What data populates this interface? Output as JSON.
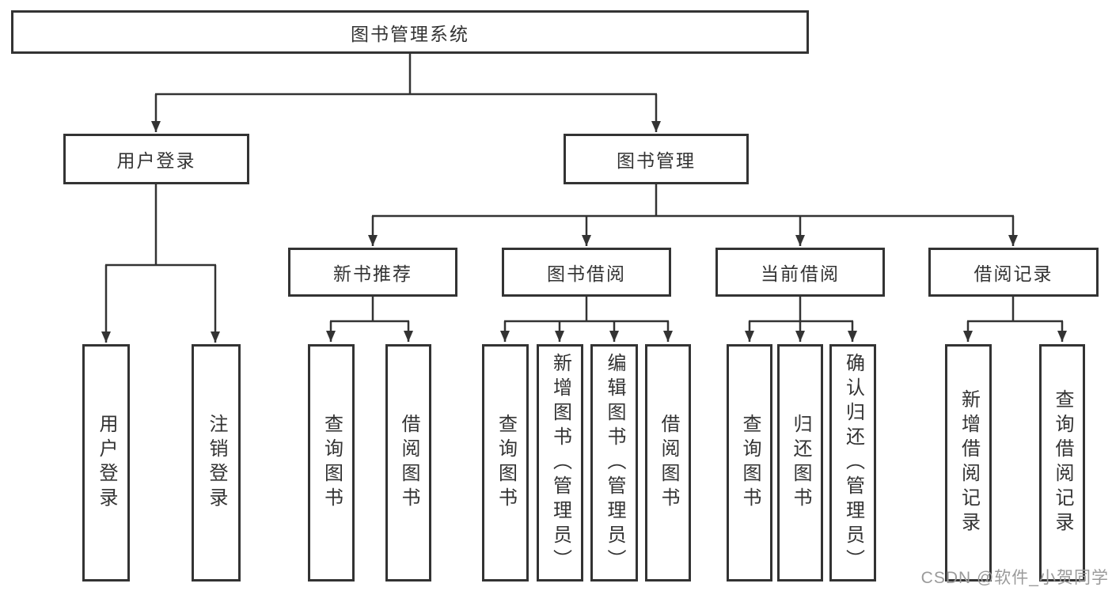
{
  "diagram": {
    "root": {
      "label": "图书管理系统",
      "children": [
        {
          "label": "用户登录",
          "children": [
            {
              "label": "用户登录"
            },
            {
              "label": "注销登录"
            }
          ]
        },
        {
          "label": "图书管理",
          "children": [
            {
              "label": "新书推荐",
              "children": [
                {
                  "label": "查询图书"
                },
                {
                  "label": "借阅图书"
                }
              ]
            },
            {
              "label": "图书借阅",
              "children": [
                {
                  "label": "查询图书"
                },
                {
                  "label": "新增图书（管理员）"
                },
                {
                  "label": "编辑图书（管理员）"
                },
                {
                  "label": "借阅图书"
                }
              ]
            },
            {
              "label": "当前借阅",
              "children": [
                {
                  "label": "查询图书"
                },
                {
                  "label": "归还图书"
                },
                {
                  "label": "确认归还（管理员）"
                }
              ]
            },
            {
              "label": "借阅记录",
              "children": [
                {
                  "label": "新增借阅记录"
                },
                {
                  "label": "查询借阅记录"
                }
              ]
            }
          ]
        }
      ]
    }
  },
  "watermark": {
    "text": "CSDN @软件_小贺同学"
  },
  "colors": {
    "line": "#333333",
    "box_border": "#333333",
    "text": "#333333",
    "background": "#ffffff",
    "watermark": "#9a9a9a"
  }
}
